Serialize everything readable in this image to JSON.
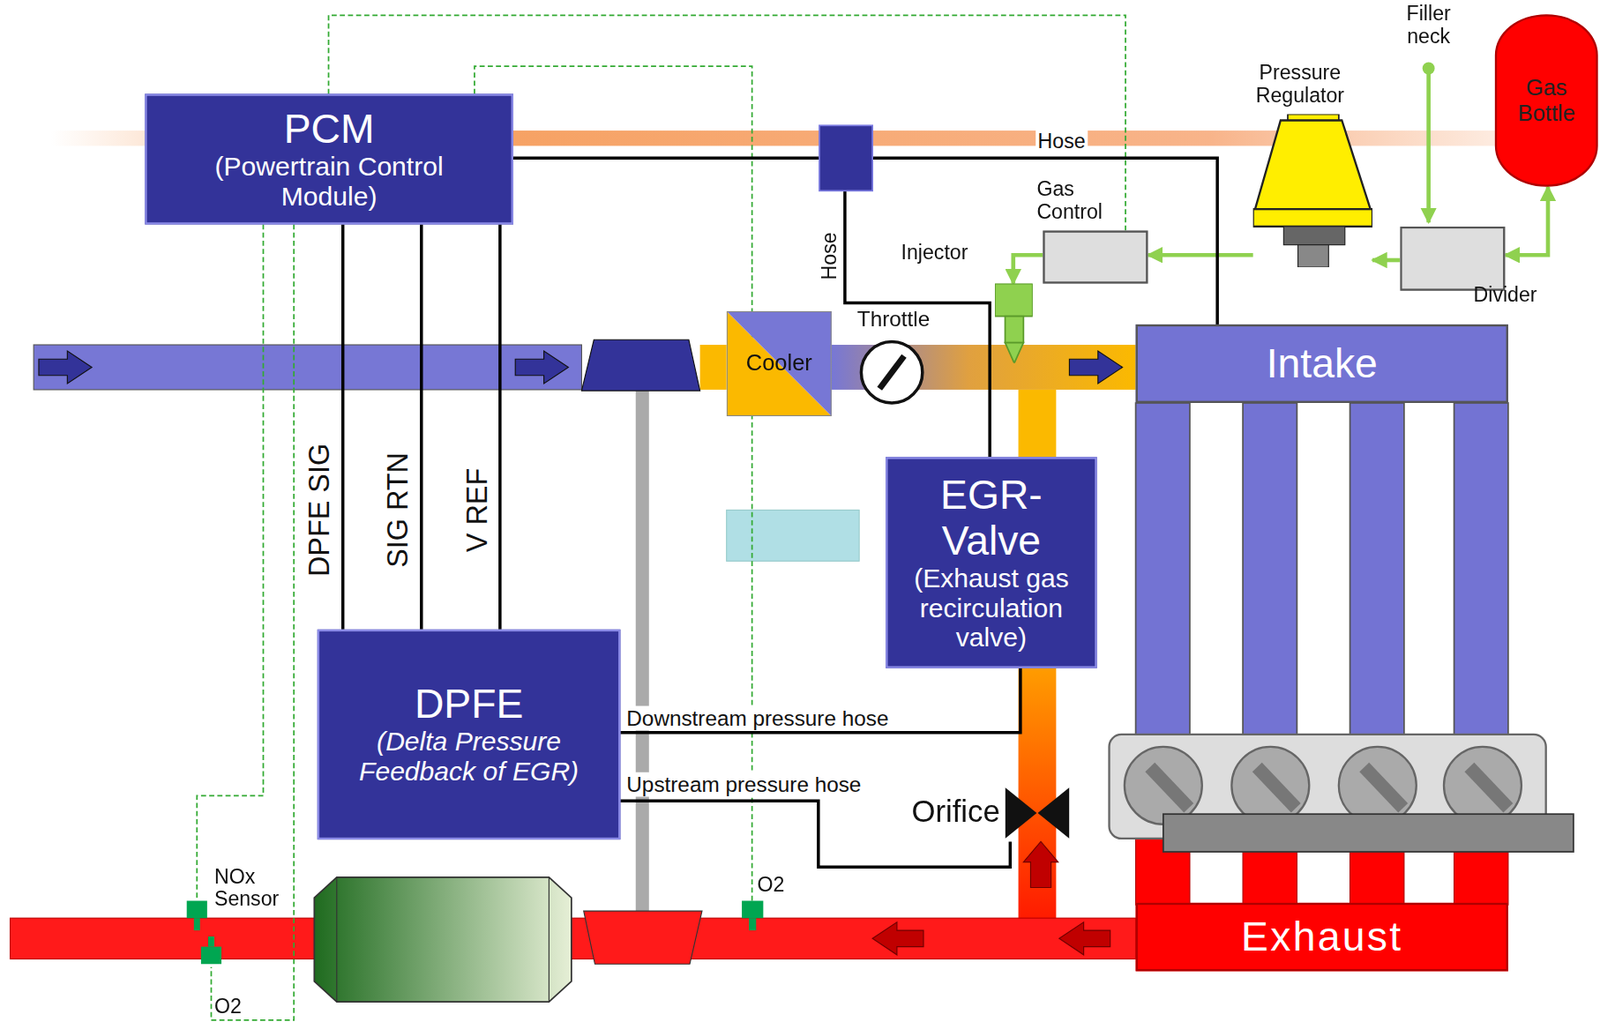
{
  "diagram": {
    "nodes": [
      {
        "text": [
          "PCM",
          "(Powertrain Control Module)"
        ]
      },
      {
        "text": [
          "Gas Bottle"
        ]
      },
      {
        "text": [
          "Pressure Regulator"
        ]
      },
      {
        "text": [
          "Gas Control"
        ]
      },
      {
        "text": [
          "Divider"
        ]
      },
      {
        "text": [
          "Injector"
        ]
      },
      {
        "text": [
          "Cooler"
        ]
      },
      {
        "text": [
          "Throttle"
        ]
      },
      {
        "text": [
          "Intake"
        ]
      },
      {
        "text": [
          "EGR- Valve",
          "(Exhaust gas recirculation valve)"
        ]
      },
      {
        "text": [
          "DPFE",
          "(Delta Pressure Feedback of EGR)"
        ]
      },
      {
        "text": [
          "Orifice"
        ]
      },
      {
        "text": [
          "Exhaust"
        ]
      }
    ],
    "edges": [
      {
        "from": 0,
        "to": 10,
        "arrow": "none",
        "label": "DPFE SIG"
      },
      {
        "from": 0,
        "to": 10,
        "arrow": "none",
        "label": "SIG RTN"
      },
      {
        "from": 0,
        "to": 10,
        "arrow": "none",
        "label": "V REF"
      },
      {
        "from": 10,
        "to": 9,
        "arrow": "none",
        "label": "Downstream pressure hose"
      },
      {
        "from": 10,
        "to": 11,
        "arrow": "none",
        "label": "Upstream pressure hose"
      },
      {
        "from": 1,
        "to": 4,
        "arrow": "both"
      },
      {
        "from": 4,
        "to": 2,
        "arrow": "to"
      },
      {
        "from": 2,
        "to": 3,
        "arrow": "to"
      },
      {
        "from": 3,
        "to": 5,
        "arrow": "to"
      },
      {
        "from": 0,
        "to": 3,
        "arrow": "none"
      },
      {
        "from": 0,
        "to": 8,
        "arrow": "none"
      }
    ],
    "labels": [
      "Filler neck",
      "Hose",
      "Hose",
      "NOx Sensor",
      "O2",
      "O2"
    ]
  }
}
